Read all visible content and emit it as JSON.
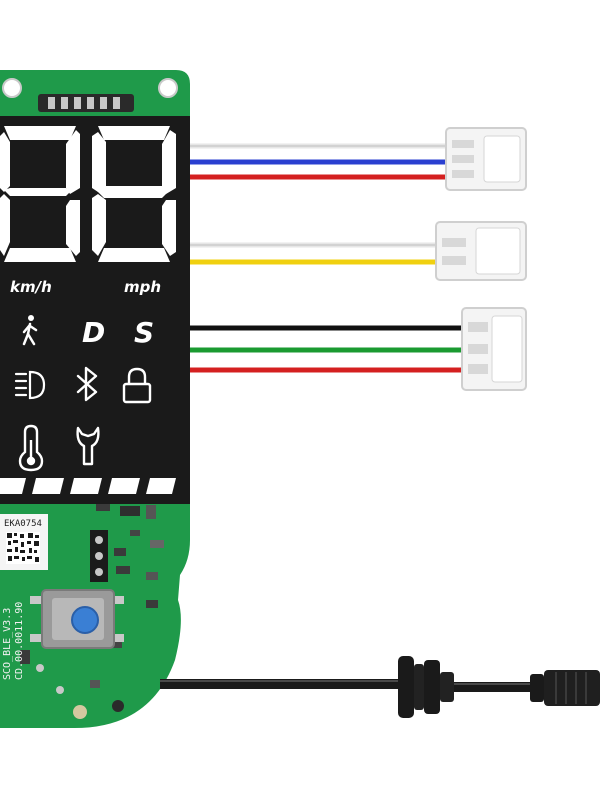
{
  "display": {
    "unit_kmh": "km/h",
    "unit_mph": "mph",
    "mode_d": "D",
    "mode_s": "S"
  },
  "pcb": {
    "sticker_code": "EKA0754",
    "board_label": "SCO_BLE_V3.3",
    "board_code": "CD.00.0011.90"
  },
  "icons": [
    "walk-icon",
    "headlight-icon",
    "bluetooth-icon",
    "lock-icon",
    "thermometer-icon",
    "wrench-icon"
  ],
  "colors": {
    "pcb_green": "#1f9a4a",
    "lcd_black": "#1a1a1a",
    "segment_white": "#ffffff",
    "button_blue": "#3a7fd4",
    "wire_white": "#e6e6e6",
    "wire_blue": "#2a3fd0",
    "wire_red": "#d42020",
    "wire_yellow": "#f0d010",
    "wire_black": "#111111",
    "wire_green": "#1a9a30"
  }
}
